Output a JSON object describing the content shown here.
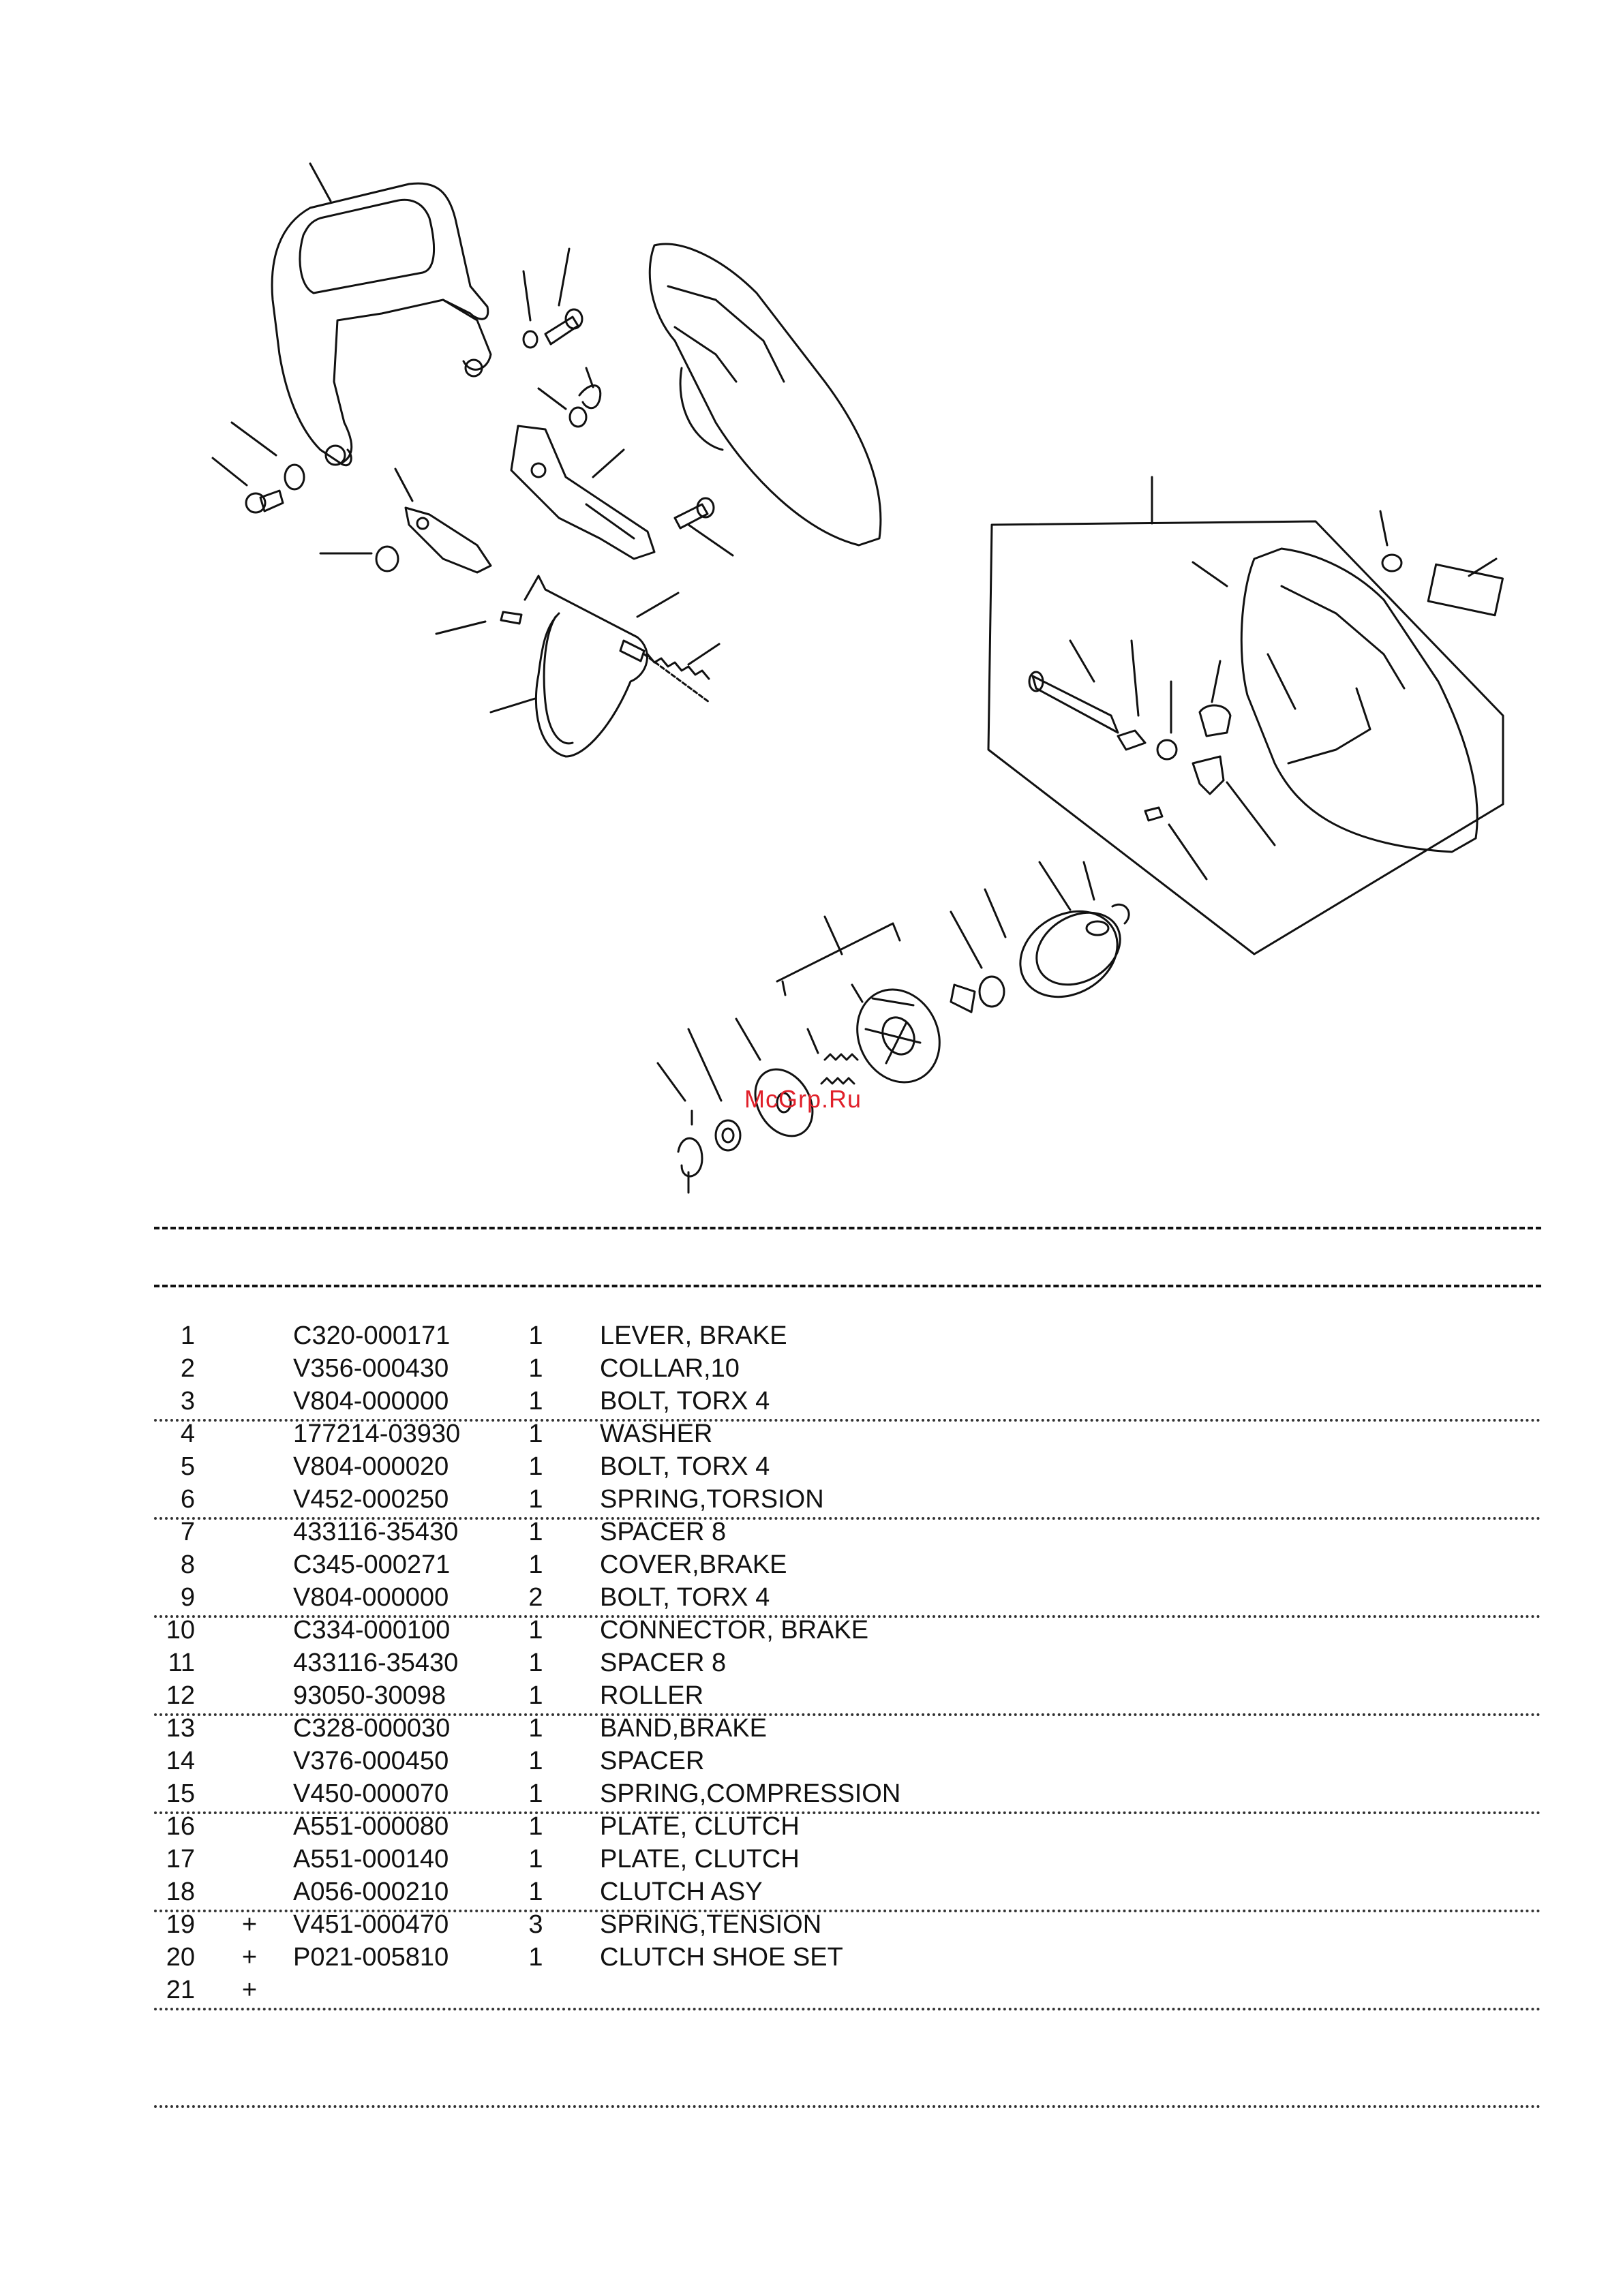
{
  "watermark": "McGrp.Ru",
  "parts_table": {
    "rows": [
      {
        "no": "1",
        "mark": "",
        "part": "C320-000171",
        "qty": "1",
        "desc": "LEVER, BRAKE"
      },
      {
        "no": "2",
        "mark": "",
        "part": "V356-000430",
        "qty": "1",
        "desc": "COLLAR,10"
      },
      {
        "no": "3",
        "mark": "",
        "part": "V804-000000",
        "qty": "1",
        "desc": "BOLT, TORX 4"
      },
      {
        "no": "4",
        "mark": "",
        "part": "177214-03930",
        "qty": "1",
        "desc": "WASHER"
      },
      {
        "no": "5",
        "mark": "",
        "part": "V804-000020",
        "qty": "1",
        "desc": "BOLT, TORX 4"
      },
      {
        "no": "6",
        "mark": "",
        "part": "V452-000250",
        "qty": "1",
        "desc": "SPRING,TORSION"
      },
      {
        "no": "7",
        "mark": "",
        "part": "433116-35430",
        "qty": "1",
        "desc": "SPACER 8"
      },
      {
        "no": "8",
        "mark": "",
        "part": "C345-000271",
        "qty": "1",
        "desc": "COVER,BRAKE"
      },
      {
        "no": "9",
        "mark": "",
        "part": "V804-000000",
        "qty": "2",
        "desc": "BOLT, TORX 4"
      },
      {
        "no": "10",
        "mark": "",
        "part": "C334-000100",
        "qty": "1",
        "desc": "CONNECTOR, BRAKE"
      },
      {
        "no": "11",
        "mark": "",
        "part": "433116-35430",
        "qty": "1",
        "desc": "SPACER 8"
      },
      {
        "no": "12",
        "mark": "",
        "part": "93050-30098",
        "qty": "1",
        "desc": "ROLLER"
      },
      {
        "no": "13",
        "mark": "",
        "part": "C328-000030",
        "qty": "1",
        "desc": "BAND,BRAKE"
      },
      {
        "no": "14",
        "mark": "",
        "part": "V376-000450",
        "qty": "1",
        "desc": "SPACER"
      },
      {
        "no": "15",
        "mark": "",
        "part": "V450-000070",
        "qty": "1",
        "desc": "SPRING,COMPRESSION"
      },
      {
        "no": "16",
        "mark": "",
        "part": "A551-000080",
        "qty": "1",
        "desc": "PLATE, CLUTCH"
      },
      {
        "no": "17",
        "mark": "",
        "part": "A551-000140",
        "qty": "1",
        "desc": "PLATE, CLUTCH"
      },
      {
        "no": "18",
        "mark": "",
        "part": "A056-000210",
        "qty": "1",
        "desc": "CLUTCH ASY"
      },
      {
        "no": "19",
        "mark": "+",
        "part": "V451-000470",
        "qty": "3",
        "desc": "SPRING,TENSION"
      },
      {
        "no": "20",
        "mark": "+",
        "part": "P021-005810",
        "qty": "1",
        "desc": "CLUTCH SHOE SET"
      },
      {
        "no": "21",
        "mark": "+",
        "part": "",
        "qty": "",
        "desc": ""
      }
    ]
  }
}
